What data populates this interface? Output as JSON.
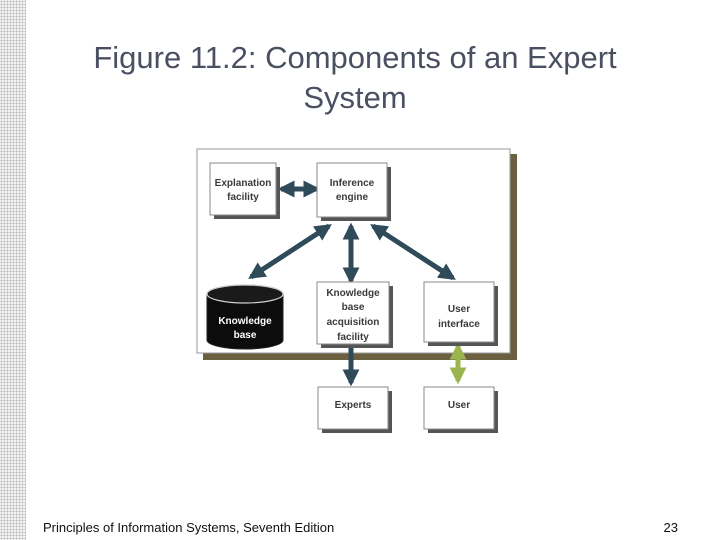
{
  "slide": {
    "title": "Figure 11.2: Components of an Expert System",
    "footer": "Principles of Information Systems, Seventh Edition",
    "page_number": "23"
  },
  "diagram": {
    "nodes": {
      "explanation_facility": [
        "Explanation",
        "facility"
      ],
      "inference_engine": [
        "Inference",
        "engine"
      ],
      "knowledge_base": [
        "Knowledge",
        "base"
      ],
      "kb_acquisition": [
        "Knowledge",
        "base",
        "acquisition",
        "facility"
      ],
      "user_interface": [
        "User",
        "interface"
      ],
      "experts": [
        "Experts"
      ],
      "user": [
        "User"
      ]
    },
    "colors": {
      "arrow": "#2f4a58",
      "user_arrow": "#9cb44e",
      "frame_shadow": "#6b6040",
      "box_border": "#8a8a8a",
      "database_fill": "#0c0c0c"
    }
  }
}
